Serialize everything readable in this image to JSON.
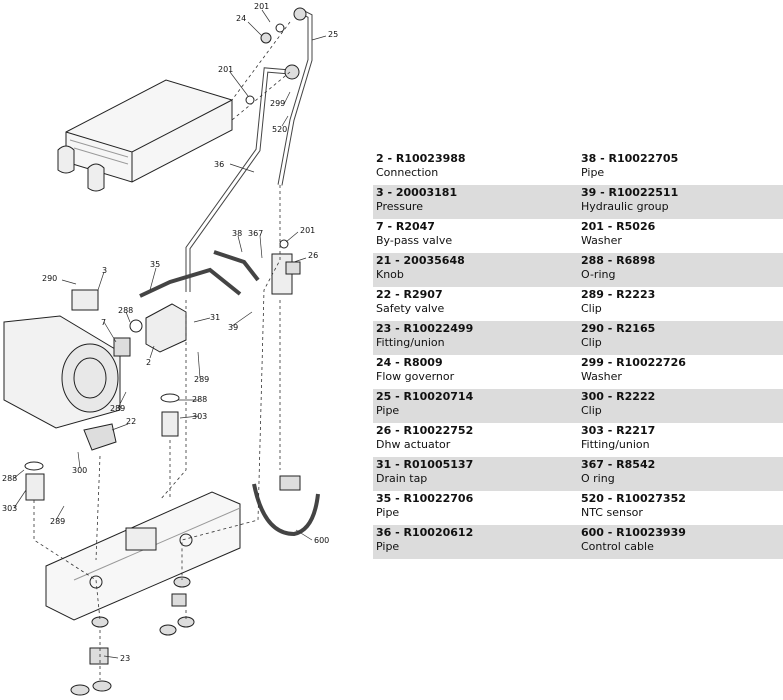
{
  "diagram": {
    "callouts": [
      "201",
      "24",
      "25",
      "201",
      "299",
      "520",
      "36",
      "201",
      "38",
      "367",
      "26",
      "35",
      "290",
      "3",
      "7",
      "288",
      "31",
      "2",
      "39",
      "289",
      "288",
      "303",
      "289",
      "22",
      "300",
      "288",
      "303",
      "289",
      "600",
      "23"
    ]
  },
  "parts": [
    {
      "code": "2   - R10023988",
      "desc": "Connection"
    },
    {
      "code": "38   - R10022705",
      "desc": "Pipe"
    },
    {
      "code": "3   - 20003181",
      "desc": "Pressure"
    },
    {
      "code": "39   - R10022511",
      "desc": "Hydraulic group"
    },
    {
      "code": "7   - R2047",
      "desc": "By-pass valve"
    },
    {
      "code": "201   - R5026",
      "desc": "Washer"
    },
    {
      "code": "21   - 20035648",
      "desc": "Knob"
    },
    {
      "code": "288   - R6898",
      "desc": "O-ring"
    },
    {
      "code": "22   - R2907",
      "desc": "Safety valve"
    },
    {
      "code": "289   - R2223",
      "desc": "Clip"
    },
    {
      "code": "23   - R10022499",
      "desc": "Fitting/union"
    },
    {
      "code": "290   - R2165",
      "desc": "Clip"
    },
    {
      "code": "24   - R8009",
      "desc": "Flow governor"
    },
    {
      "code": "299   - R10022726",
      "desc": "Washer"
    },
    {
      "code": "25   - R10020714",
      "desc": "Pipe"
    },
    {
      "code": "300   - R2222",
      "desc": "Clip"
    },
    {
      "code": "26   - R10022752",
      "desc": "Dhw actuator"
    },
    {
      "code": "303   - R2217",
      "desc": "Fitting/union"
    },
    {
      "code": "31   - R01005137",
      "desc": "Drain tap"
    },
    {
      "code": "367   - R8542",
      "desc": "O ring"
    },
    {
      "code": "35   - R10022706",
      "desc": "Pipe"
    },
    {
      "code": "520   - R10027352",
      "desc": "NTC sensor"
    },
    {
      "code": "36   - R10020612",
      "desc": "Pipe"
    },
    {
      "code": "600   - R10023939",
      "desc": "Control cable"
    }
  ]
}
